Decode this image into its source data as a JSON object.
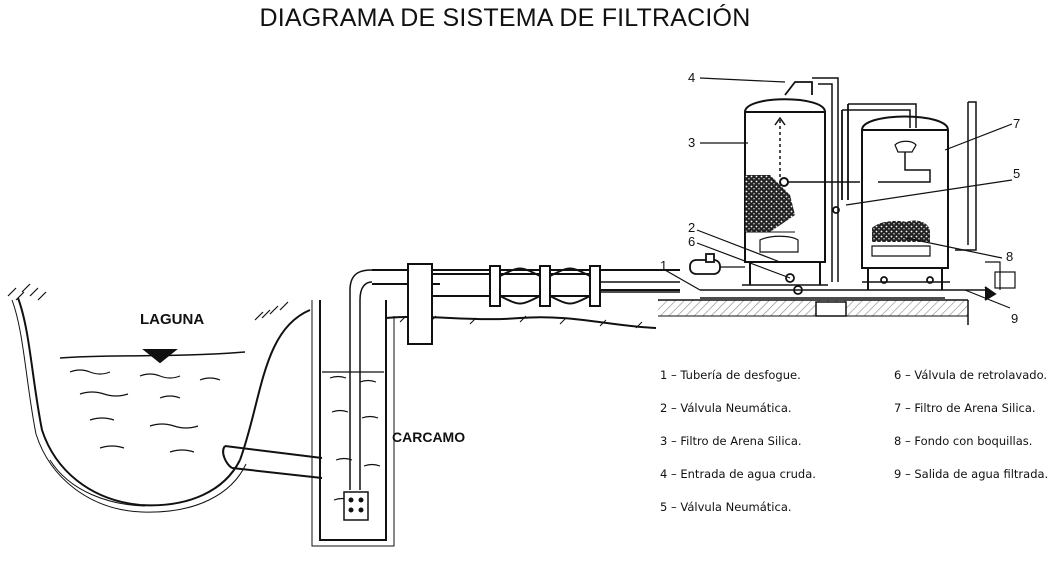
{
  "title": "DIAGRAMA DE SISTEMA DE FILTRACIÓN",
  "labels": {
    "laguna": "LAGUNA",
    "carcamo": "CARCAMO"
  },
  "callouts": [
    "1",
    "2",
    "3",
    "4",
    "5",
    "6",
    "7",
    "8",
    "9"
  ],
  "legend": [
    "1 – Tubería de desfogue.",
    "2 – Válvula Neumática.",
    "3 – Filtro de Arena Silica.",
    "4 – Entrada de agua cruda.",
    "5 – Válvula Neumática.",
    "6 – Válvula de retrolavado.",
    "7 – Filtro de Arena Silica.",
    "8 – Fondo con boquillas.",
    "9 – Salida de agua filtrada."
  ]
}
